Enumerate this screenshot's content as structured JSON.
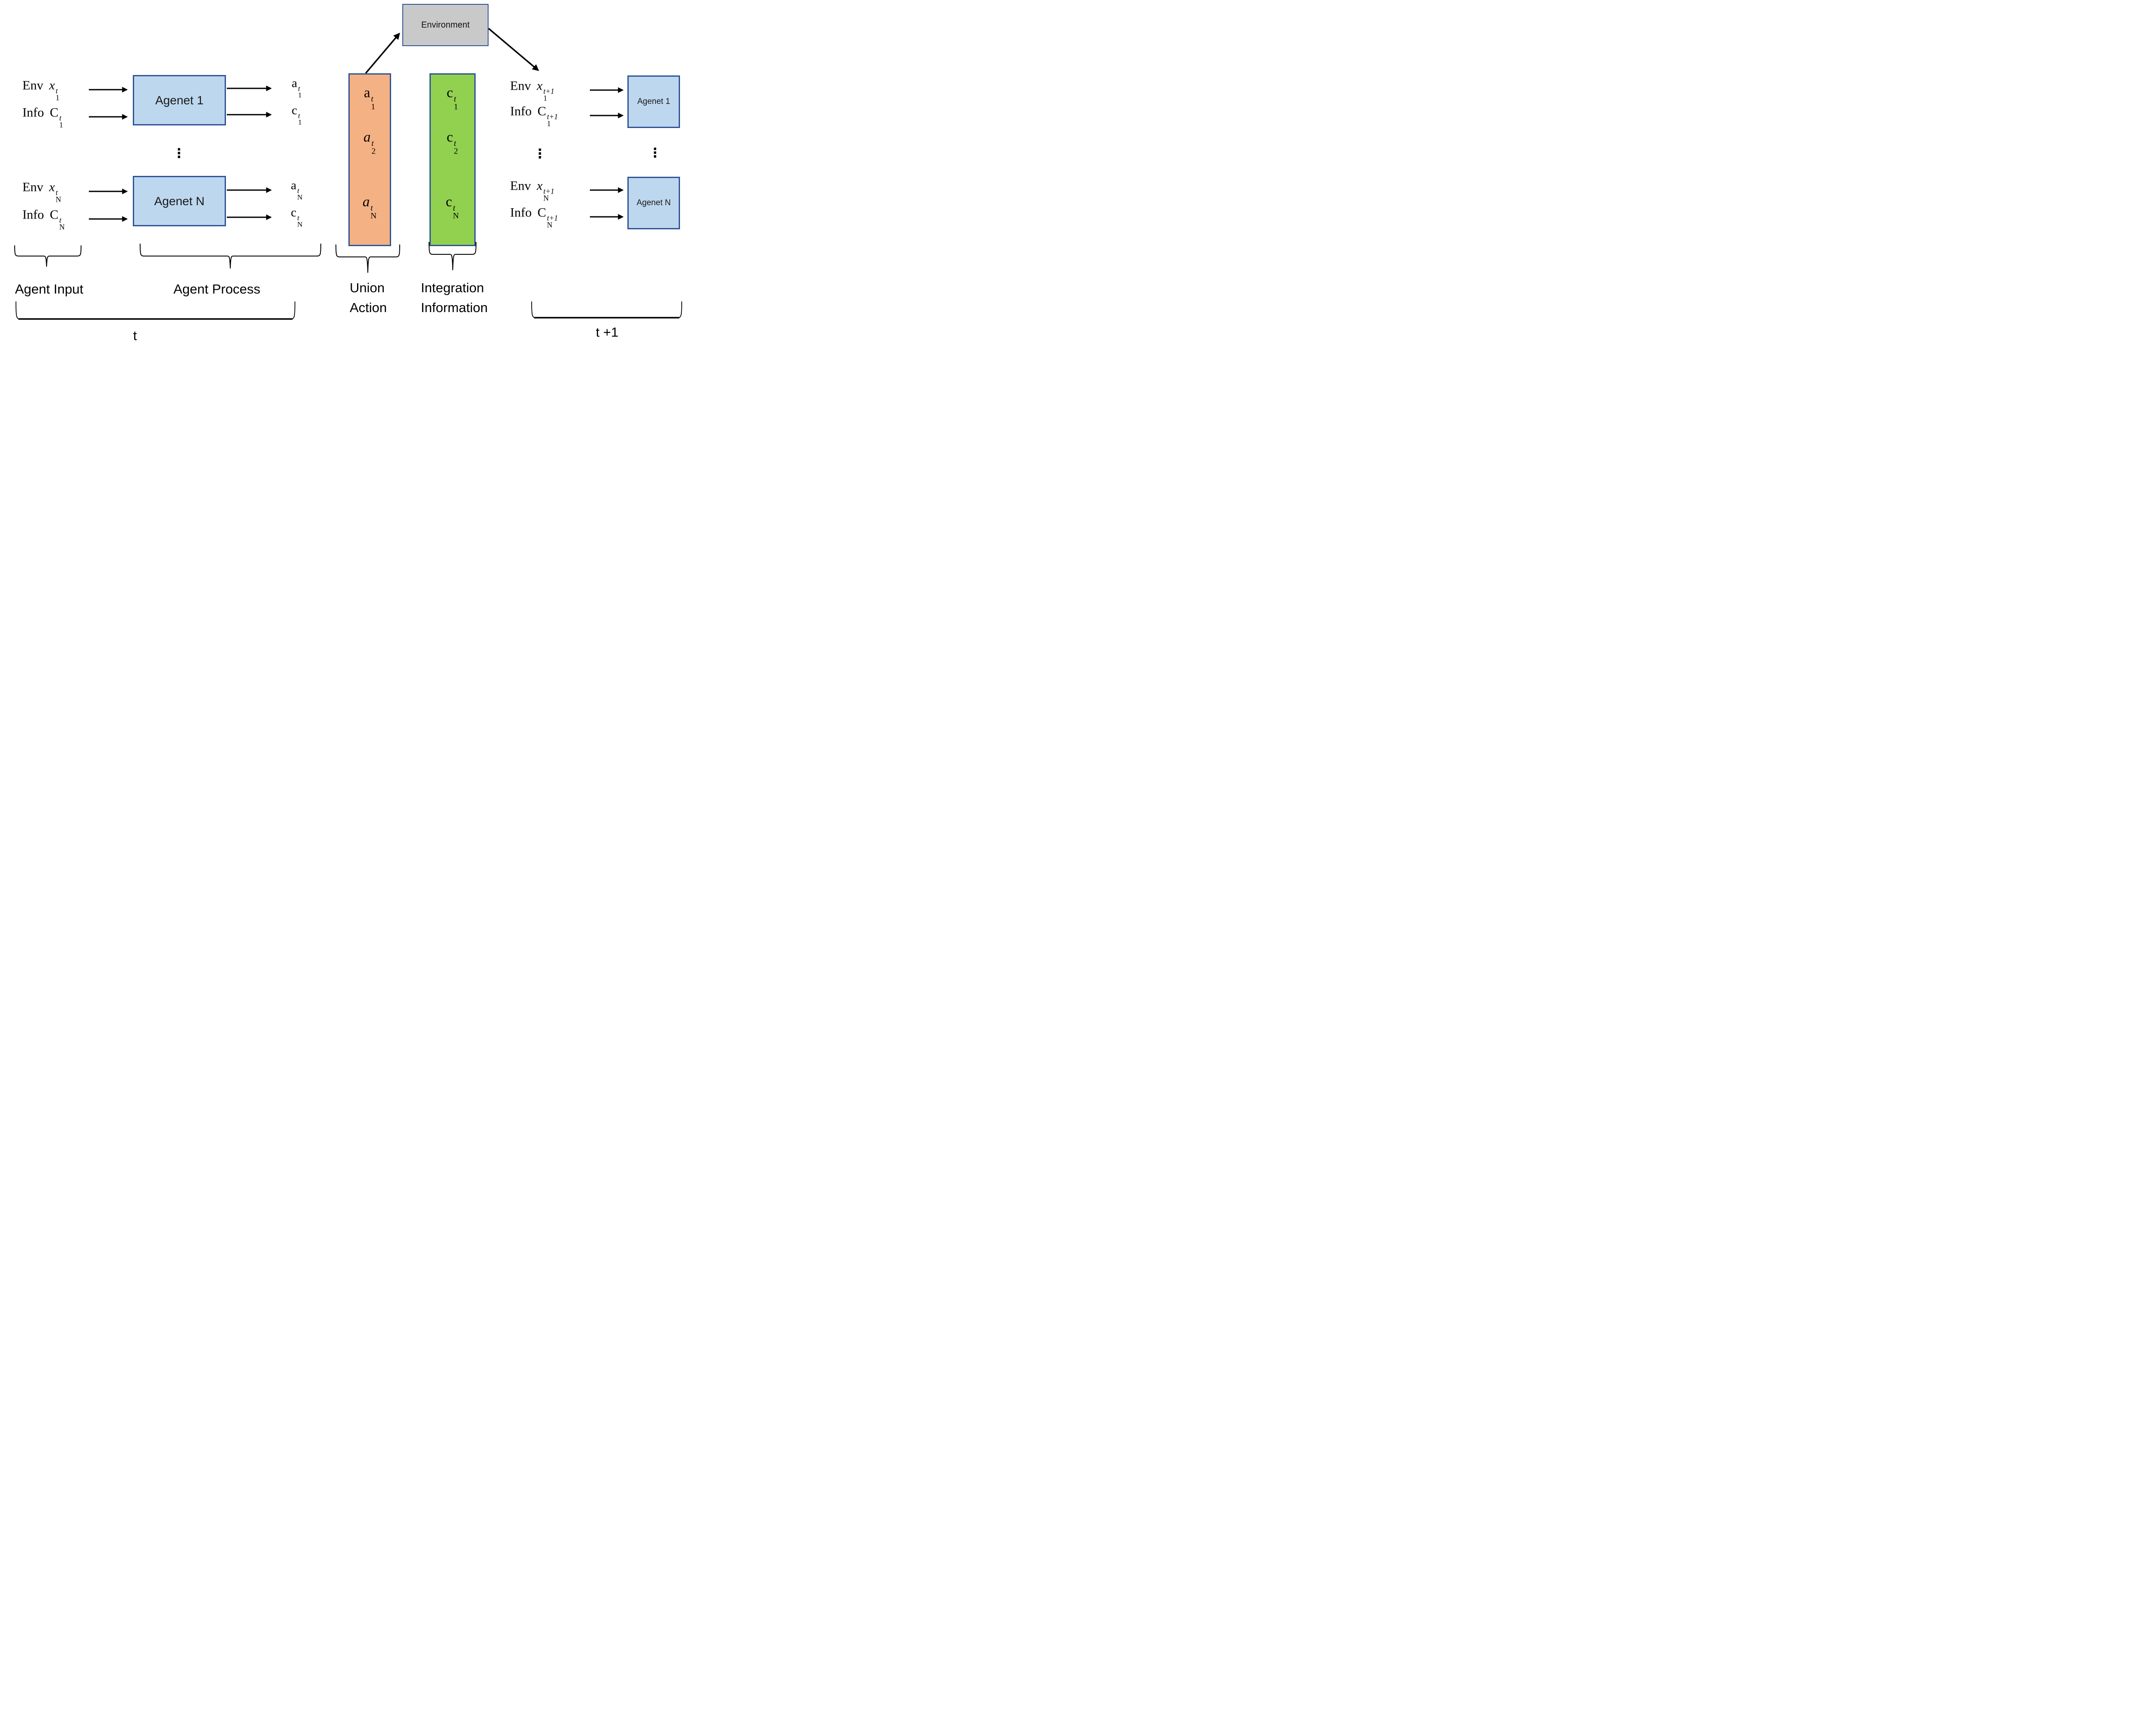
{
  "environment_label": "Environment",
  "colors": {
    "agent_box_fill": "#BDD7EE",
    "box_border": "#2F5496",
    "environment_fill": "#C9C9C9",
    "union_action_fill": "#F4B183",
    "integration_fill": "#92D050",
    "arrow": "#000000"
  },
  "time_t": {
    "inputs": [
      {
        "prefix": "Env",
        "var": "x",
        "sup": "t",
        "sub": "1"
      },
      {
        "prefix": "Info",
        "var": "C",
        "sup": "t",
        "sub": "1"
      },
      {
        "prefix": "Env",
        "var": "x",
        "sup": "t",
        "sub": "N"
      },
      {
        "prefix": "Info",
        "var": "C",
        "sup": "t",
        "sub": "N"
      }
    ],
    "agents": [
      {
        "label": "Agenet 1"
      },
      {
        "label": "Agenet N"
      }
    ],
    "outputs": [
      {
        "var": "a",
        "sup": "t",
        "sub": "1"
      },
      {
        "var": "c",
        "sup": "t",
        "sub": "1"
      },
      {
        "var": "a",
        "sup": "t",
        "sub": "N"
      },
      {
        "var": "c",
        "sup": "t",
        "sub": "N"
      }
    ],
    "ellipsis": "⋮"
  },
  "union_action_column": {
    "items": [
      {
        "var": "a",
        "sup": "t",
        "sub": "1"
      },
      {
        "var": "a",
        "sup": "t",
        "sub": "2"
      },
      {
        "var": "a",
        "sup": "t",
        "sub": "N"
      }
    ]
  },
  "integration_column": {
    "items": [
      {
        "var": "c",
        "sup": "t",
        "sub": "1"
      },
      {
        "var": "c",
        "sup": "t",
        "sub": "2"
      },
      {
        "var": "c",
        "sup": "t",
        "sub": "N"
      }
    ]
  },
  "time_t1": {
    "inputs": [
      {
        "prefix": "Env",
        "var": "x",
        "sup": "t+1",
        "sub": "1"
      },
      {
        "prefix": "Info",
        "var": "C",
        "sup": "t+1",
        "sub": "1"
      },
      {
        "prefix": "Env",
        "var": "x",
        "sup": "t+1",
        "sub": "N"
      },
      {
        "prefix": "Info",
        "var": "C",
        "sup": "t+1",
        "sub": "N"
      }
    ],
    "agents": [
      {
        "label": "Agenet 1"
      },
      {
        "label": "Agenet N"
      }
    ],
    "ellipsis": "⋮"
  },
  "captions": {
    "agent_input": "Agent Input",
    "agent_process": "Agent Process",
    "union_action": [
      "Union",
      "Action"
    ],
    "integration_information": [
      "Integration",
      "Information"
    ],
    "t_label": "t",
    "t_plus_1_label": "t +1"
  }
}
